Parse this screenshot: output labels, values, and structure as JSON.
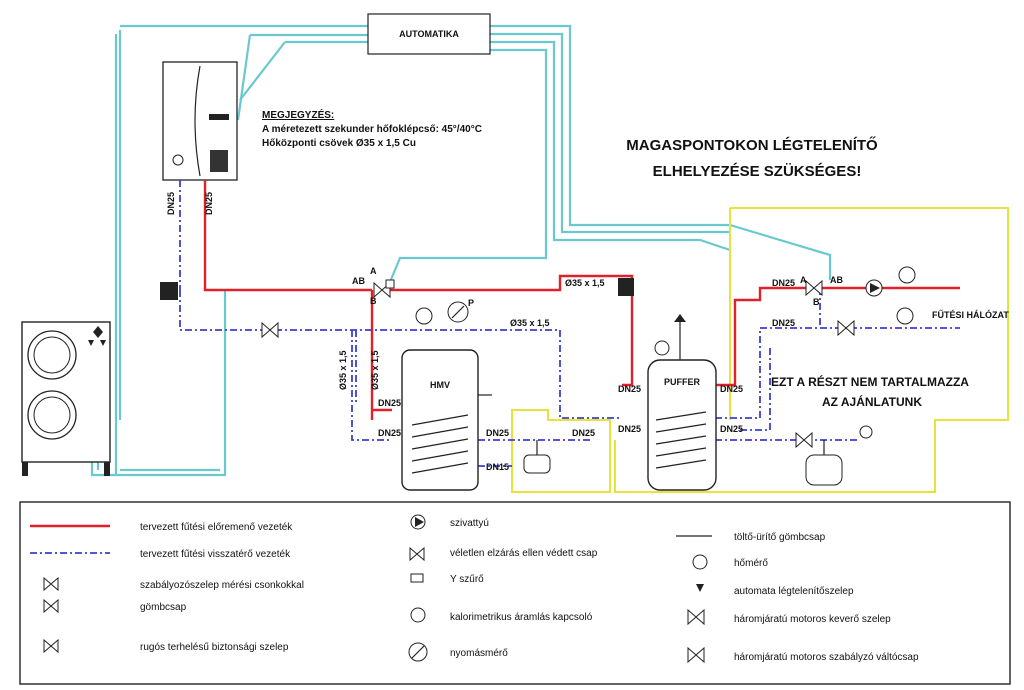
{
  "labels": {
    "automatika": "AUTOMATIKA",
    "note_title": "MEGJEGYZÉS:",
    "note_line1": "A méretezett szekunder hőfoklépcső: 45°/40°C",
    "note_line2": "Hőközponti csövek Ø35 x 1,5 Cu",
    "warning_line1": "MAGASPONTOKON LÉGTELENÍTŐ",
    "warning_line2": "ELHELYEZÉSE SZÜKSÉGES!",
    "hmv": "HMV",
    "puffer": "PUFFER",
    "futesi_halozat": "FŰTÉSI HÁLÓZAT",
    "excluded_line1": "EZT A RÉSZT NEM TARTALMAZZA",
    "excluded_line2": "AZ AJÁNLATUNK",
    "pipe_size": "Ø35 x 1,5",
    "dn25": "DN25",
    "dn15": "DN15",
    "ab": "AB",
    "a": "A",
    "b": "B",
    "p": "P"
  },
  "legend": {
    "col1": [
      "tervezett fűtési előremenő vezeték",
      "tervezett fűtési visszatérő vezeték",
      "szabályozószelep mérési csonkokkal",
      "gömbcsap",
      "rugós terhelésű biztonsági szelep"
    ],
    "col2": [
      "szivattyú",
      "véletlen elzárás ellen védett csap",
      "Y szűrő",
      "kalorimetrikus áramlás kapcsoló",
      "nyomásmérő"
    ],
    "col3": [
      "töltő-ürítő gömbcsap",
      "hőmérő",
      "automata légtelenítőszelep",
      "háromjáratú motoros keverő szelep",
      "háromjáratú motoros szabályzó váltócsap"
    ]
  },
  "colors": {
    "supply": "#e0202a",
    "return": "#3b3fd0",
    "control": "#69c9cf",
    "excluded": "#e6e33a"
  }
}
